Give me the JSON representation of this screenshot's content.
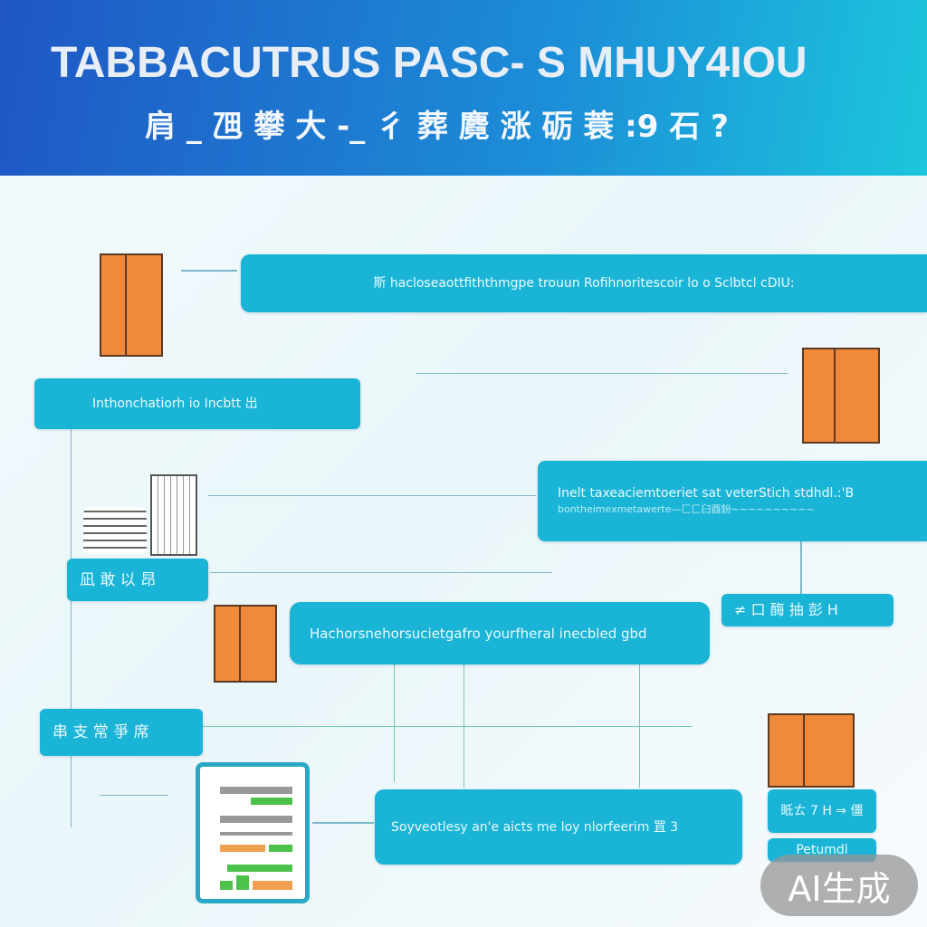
{
  "header": {
    "title": "TABBACUTRUS PASC- S MHUY4IOU",
    "subtitle": "肩 _ 乪 攀 大 -_ 彳 葬 麑 涨 砺 蓑 :9 石 ?"
  },
  "boxes": {
    "top": "斯 hacloseaottfiththmgpe trouun Rofihnoritescoir lo o Sclbtcl cDIU:",
    "left_intro": "Inthonchatiorh io Incbtt 出",
    "right_mid_line1": "Inelt taxeaciemtoeriet sat veterStich stdhdl.:'B",
    "right_mid_line2": "bontheimexmetawerte—匚匚臼酉鈖~~~~~~~~~~",
    "left_small": "凪 敢 以 昂",
    "center": "Hachorsnehorsucietgafro yourfheral inecbled gbd",
    "right_tag": "≠ 口 酶 抽 彭 H",
    "left_bottom": "串 支 常 爭 席",
    "bottom": "Soyveotlesy an'e aicts me loy nlorfeerim 罝 3",
    "right_bottom_1": "眡ㄊ 7 H ⇒ 僵",
    "right_bottom_2": "Petumdl"
  },
  "watermark": "AI生成",
  "colors": {
    "banner_start": "#1f56c4",
    "banner_end": "#1cc6dc",
    "box": "#1ab4d6",
    "crate": "#f08a3a"
  }
}
